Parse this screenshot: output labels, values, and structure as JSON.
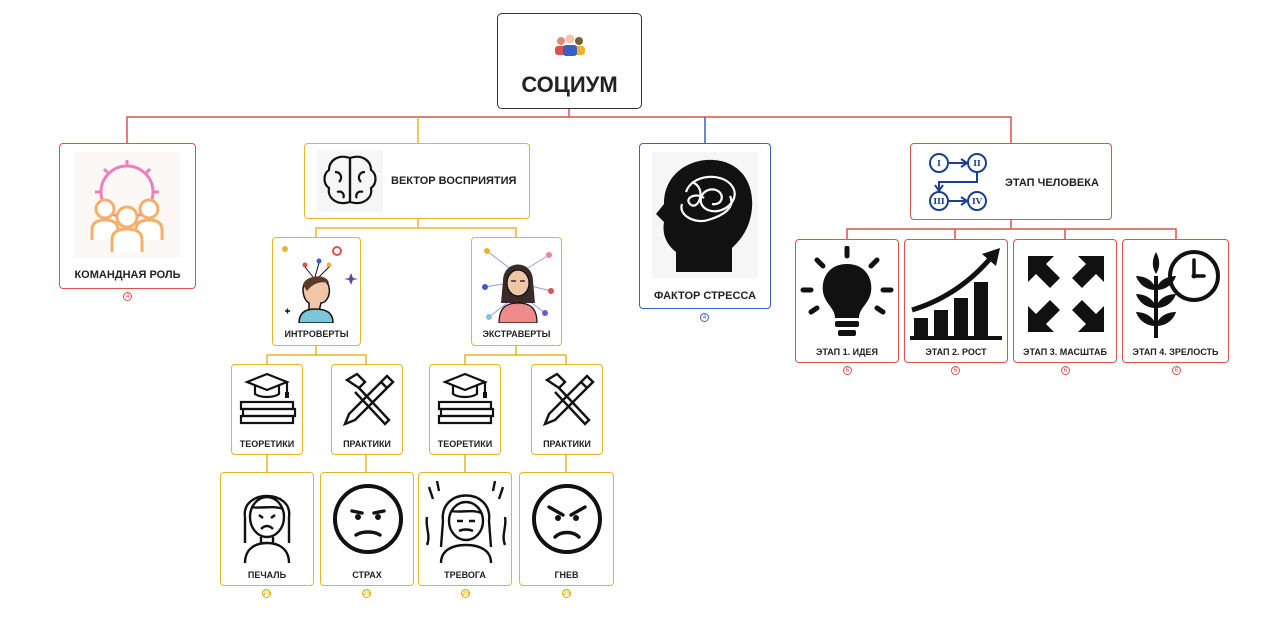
{
  "root": {
    "title": "СОЦИУМ"
  },
  "branches": {
    "team_role": {
      "label": "КОМАНДНАЯ РОЛЬ",
      "count": "4"
    },
    "perception": {
      "label": "ВЕКТОР ВОСПРИЯТИЯ",
      "introverts": {
        "label": "ИНТРОВЕРТЫ",
        "theorists": {
          "label": "ТЕОРЕТИКИ",
          "child": {
            "label": "ПЕЧАЛЬ",
            "count": "25"
          }
        },
        "practitioners": {
          "label": "ПРАКТИКИ",
          "child": {
            "label": "СТРАХ",
            "count": "25"
          }
        }
      },
      "extraverts": {
        "label": "ЭКСТРАВЕРТЫ",
        "theorists": {
          "label": "ТЕОРЕТИКИ",
          "child": {
            "label": "ТРЕВОГА",
            "count": "25"
          }
        },
        "practitioners": {
          "label": "ПРАКТИКИ",
          "child": {
            "label": "ГНЕВ",
            "count": "25"
          }
        }
      }
    },
    "stress": {
      "label": "ФАКТОР СТРЕССА",
      "count": "4"
    },
    "stage": {
      "label": "ЭТАП ЧЕЛОВЕКА",
      "stages": [
        {
          "label": "ЭТАП 1. ИДЕЯ",
          "count": "6"
        },
        {
          "label": "ЭТАП 2. РОСТ",
          "count": "6"
        },
        {
          "label": "ЭТАП 3. МАСШТАБ",
          "count": "6"
        },
        {
          "label": "ЭТАП 4. ЗРЕЛОСТЬ",
          "count": "6"
        }
      ]
    }
  },
  "colors": {
    "red": "#d9534f",
    "yellow": "#e8b52a",
    "blue": "#3a5fc8",
    "dark": "#333333"
  },
  "icons": [
    "team-icon",
    "gear-people-icon",
    "brain-icon",
    "introvert-icon",
    "extravert-icon",
    "graduation-books-icon",
    "hammer-pencil-icon",
    "sad-girl-icon",
    "frown-face-icon",
    "anxious-girl-icon",
    "angry-face-icon",
    "tangled-head-icon",
    "roman-steps-icon",
    "lightbulb-icon",
    "growth-chart-icon",
    "expand-arrows-icon",
    "plant-clock-icon"
  ]
}
